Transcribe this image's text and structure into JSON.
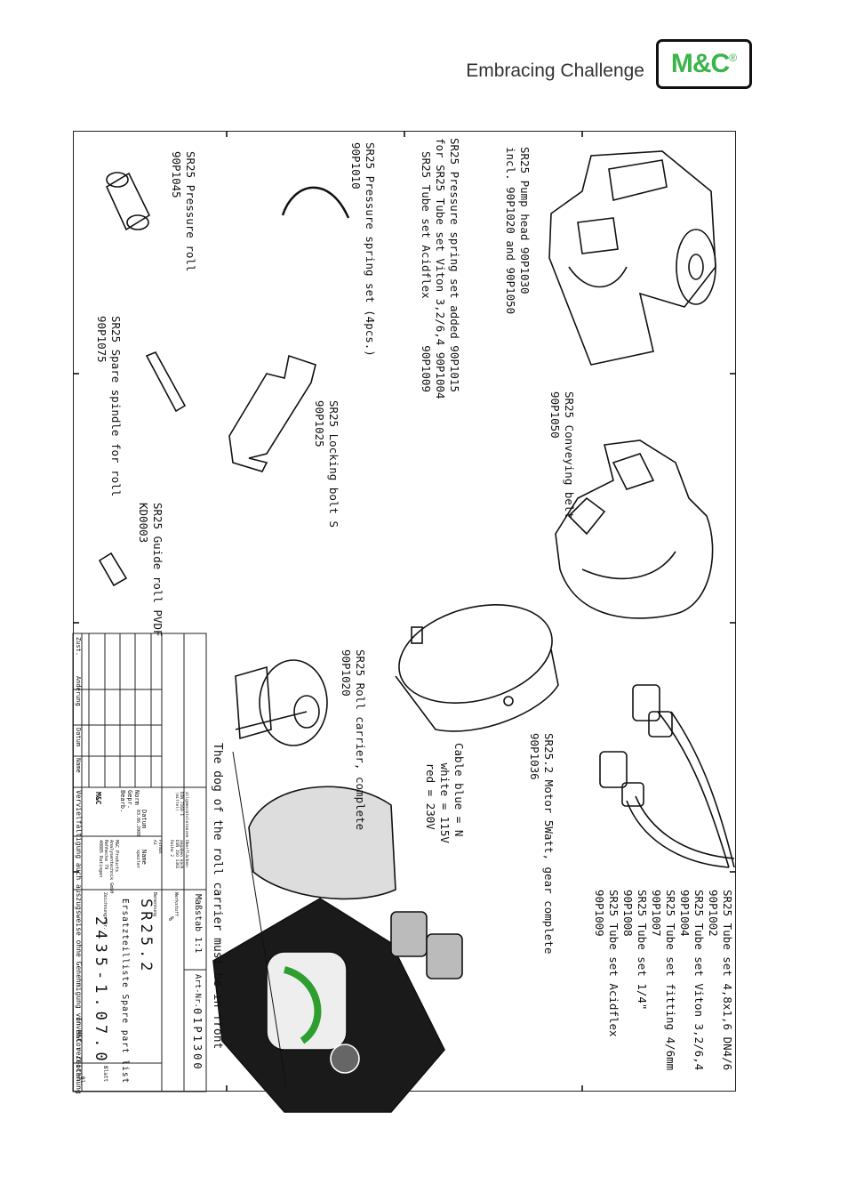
{
  "header": {
    "tagline": "Embracing Challenge",
    "logo_text": "M&C",
    "logo_reg": "®",
    "brand_color": "#3bb54a"
  },
  "labels": {
    "tube_set": "SR25 Tube set 4,8x1,6 DN4/6\n90P1002\nSR25 Tube set Viton 3,2/6,4\n90P1004\nSR25 Tube set fitting 4/6mm\n90P1007\nSR25 Tube set 1/4\"\n90P1008\nSR25 Tube set Acidflex\n90P1009",
    "pump_head": "SR25 Pump head 90P1030\nincl. 90P1020 and 90P1050",
    "conveying_belt": "SR25 Conveying belt\n90P1050",
    "pressure_spring_added": "SR25 Pressure spring set added 90P1015\nfor SR25 Tube set Viton 3,2/6,4 90P1004\n  SR25 Tube set Acidflex       90P1009",
    "motor": "SR25.2 Motor 5Watt, gear complete\n90P1036",
    "cable": "Cable blue = N\n   white = 115V\n   red = 230V",
    "roll_carrier": "SR25 Roll carrier, complete\n90P1020",
    "dog_note": "The dog of the roll carrier must be in front",
    "locking_bolt": "SR25 Locking bolt S\n90P1025",
    "guide_roll": "SR25 Guide roll PVDF\nKD0003",
    "pressure_spring_set": "SR25 Pressure spring set (4pcs.)\n90P1010",
    "pressure_roll": "SR25 Pressure roll\n90P1045",
    "spare_spindle": "SR25 Spare spindle for roll\n90P1075"
  },
  "title_block": {
    "scale_label": "Maßstab 1:1",
    "art_label": "Art-Nr.",
    "art_no": "01P1300",
    "werkstoff": "Werkstoff",
    "werkstoff_value": "%",
    "benennung": "Benennung",
    "title": "SR25.2",
    "subtitle": "Ersatzteilliste Spare part list",
    "zeichnung_label": "Zeichnungs-Nr.",
    "drawing_no": "2435-1.07.0",
    "blatt": "Blatt",
    "bl": "Bl.",
    "bearb": "Bearb.",
    "gepr": "Gepr.",
    "norm": "Norm",
    "datum": "Datum",
    "name": "Name",
    "date_value": "03.06.2008",
    "name_value": "spezler",
    "general_tol": "allgemeintoleranzen\nDIN 7168-1\n(mittel)",
    "surface": "Oberflächen-\nangaben nach\nDIN ISO 1302\nReihe 2",
    "format": "Format\nA3",
    "company": "M&C Products\nAnalysentechnik GmbH\nRehhecke 79\n40885 Ratingen",
    "footer_cols": [
      "Zust.",
      "Änderung",
      "Datum",
      "Name"
    ],
    "copyright": "Vervielfältigung auch auszugsweise ohne Genehmigung von M&C verboten",
    "inventor": "Inventor Zeichnung"
  }
}
